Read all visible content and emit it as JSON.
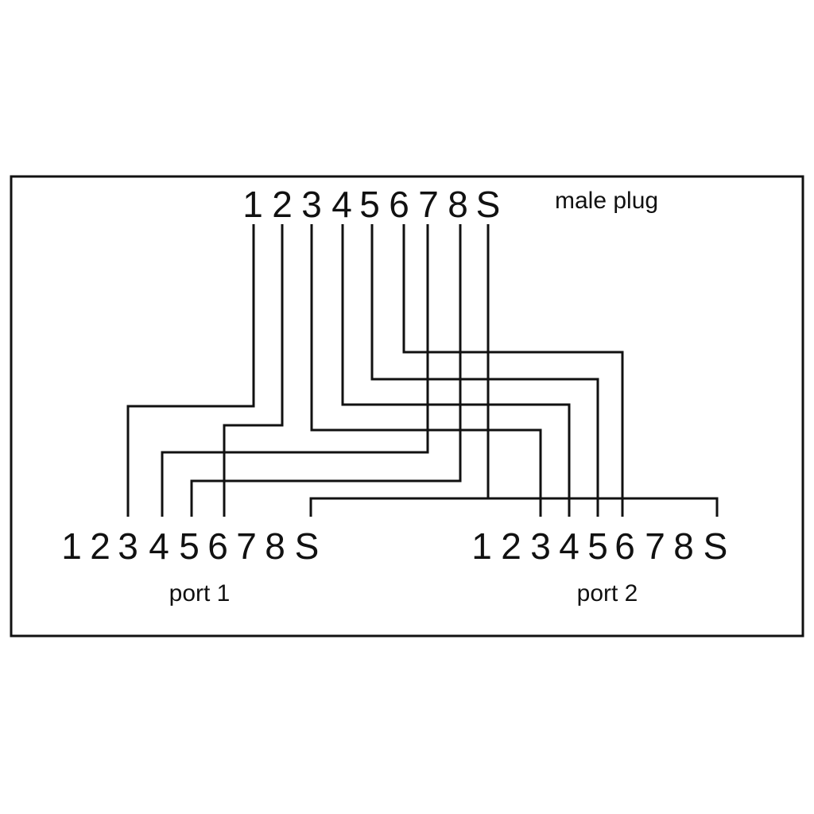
{
  "male_plug": {
    "caption": "male plug",
    "pins": [
      "1",
      "2",
      "3",
      "4",
      "5",
      "6",
      "7",
      "8",
      "S"
    ]
  },
  "port1": {
    "caption": "port 1",
    "pins": [
      "1",
      "2",
      "3",
      "4",
      "5",
      "6",
      "7",
      "8",
      "S"
    ]
  },
  "port2": {
    "caption": "port 2",
    "pins": [
      "1",
      "2",
      "3",
      "4",
      "5",
      "6",
      "7",
      "8",
      "S"
    ]
  },
  "connections": [
    {
      "from": "male_plug.1",
      "to": "port1.3"
    },
    {
      "from": "male_plug.2",
      "to": "port1.6"
    },
    {
      "from": "male_plug.3",
      "to": "port2.3"
    },
    {
      "from": "male_plug.4",
      "to": "port2.4"
    },
    {
      "from": "male_plug.5",
      "to": "port2.5"
    },
    {
      "from": "male_plug.6",
      "to": "port2.6"
    },
    {
      "from": "male_plug.7",
      "to": "port1.4"
    },
    {
      "from": "male_plug.8",
      "to": "port1.5"
    },
    {
      "from": "male_plug.S",
      "to": "port1.S"
    },
    {
      "from": "male_plug.S",
      "to": "port2.S"
    }
  ],
  "colors": {
    "line": "#111111",
    "background": "#ffffff"
  }
}
